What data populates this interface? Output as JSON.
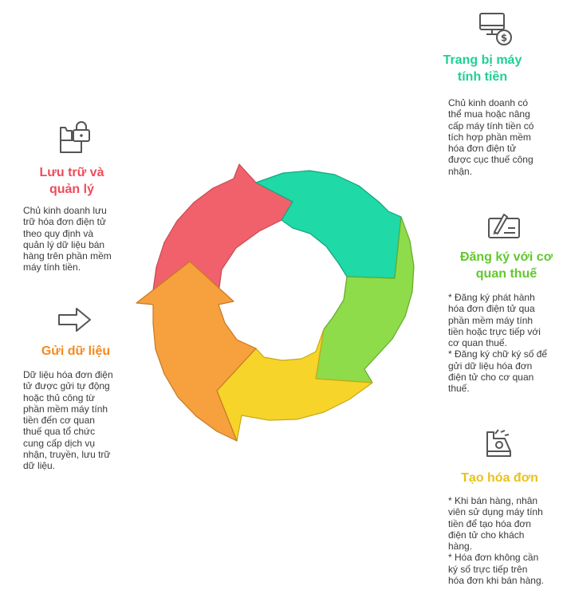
{
  "colors": {
    "red": "#f0616c",
    "teal": "#1fd9a6",
    "green": "#8edc4a",
    "yellow": "#f6d42a",
    "orange": "#f6a03e",
    "title_teal": "#1fcf96",
    "title_green": "#62c82d",
    "title_red": "#ef4b5a",
    "title_orange": "#f58a20",
    "title_yellow": "#eac21c",
    "icon": "#555555"
  },
  "steps": [
    {
      "id": "equip",
      "icon": "monitor-dollar-icon",
      "title": "Trang bị máy\ntính tiền",
      "body": "Chủ kinh doanh có\nthể mua hoặc nâng\ncấp máy tính tiền có\ntích hợp phần mềm\nhóa đơn điện tử\nđược cục thuế công\nnhận."
    },
    {
      "id": "register",
      "icon": "signature-icon",
      "title": "Đăng ký với cơ\nquan thuế",
      "body": "* Đăng ký phát hành\nhóa đơn điện tử qua\nphần mềm máy tính\ntiền hoặc trực tiếp với\ncơ quan thuế.\n* Đăng ký chữ ký số để\ngửi dữ liệu hóa đơn\nđiện tử cho cơ quan\nthuế."
    },
    {
      "id": "create",
      "icon": "cash-register-icon",
      "title": "Tạo hóa đơn",
      "body": "* Khi bán hàng, nhân\nviên sử dụng máy tính\ntiền để tạo hóa đơn\nđiện tử cho khách\nhàng.\n* Hóa đơn không cần\nký số trực tiếp trên\nhóa đơn khi bán hàng."
    },
    {
      "id": "send",
      "icon": "arrow-right-icon",
      "title": "Gửi dữ liệu",
      "body": "Dữ liệu hóa đơn điện\ntử được gửi tự động\nhoặc thủ công từ\nphần mềm máy tính\ntiền đến cơ quan\nthuế qua tổ chức\ncung cấp dịch vụ\nnhận, truyền, lưu trữ\ndữ liệu."
    },
    {
      "id": "store",
      "icon": "folder-lock-icon",
      "title": "Lưu trữ và\nquản lý",
      "body": "Chủ kinh doanh lưu\ntrữ hóa đơn điện tử\ntheo quy định và\nquản lý dữ liệu bán\nhàng trên phần mềm\nmáy tính tiền."
    }
  ]
}
